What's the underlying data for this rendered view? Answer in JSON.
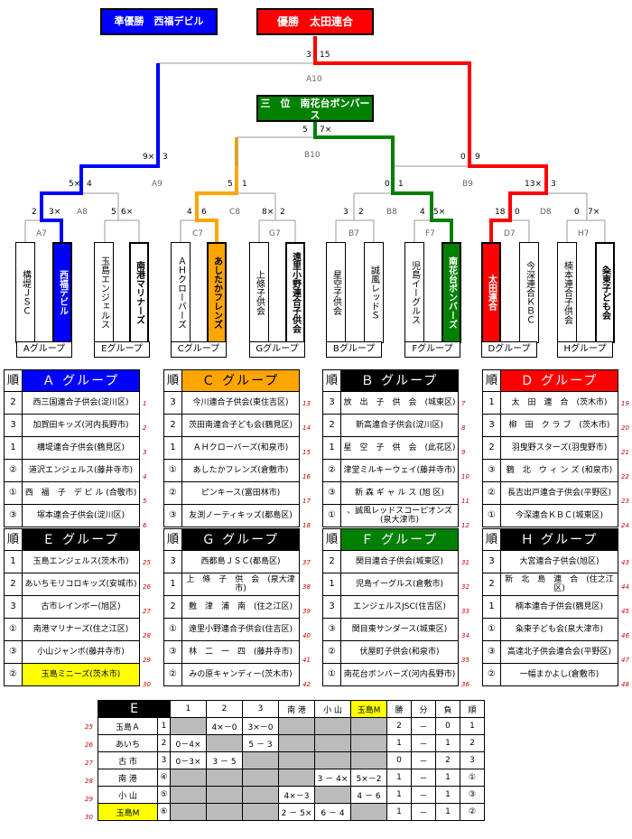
{
  "top": {
    "runner_up": "準優勝　西福デビル",
    "champion": "優勝　太田連合",
    "third": "三　位　南花台ボンバース",
    "colors": {
      "blue": "#0000ff",
      "red": "#ff0000",
      "green": "#008000",
      "orange": "#ffa500",
      "darkgreen": "#006400"
    }
  },
  "bracket": {
    "scores": [
      "3",
      "15",
      "5",
      "7×",
      "9×",
      "3",
      "0",
      "9",
      "5×",
      "4",
      "5",
      "1",
      "0",
      "1",
      "13×",
      "3",
      "2",
      "3×",
      "5",
      "6×",
      "4",
      "6",
      "8×",
      "2",
      "3",
      "2",
      "4",
      "5×",
      "18",
      "0",
      "0",
      "7×"
    ],
    "matches": [
      "A10",
      "B10",
      "A9",
      "B9",
      "A7",
      "A8",
      "C7",
      "C8",
      "G7",
      "B7",
      "B8",
      "F7",
      "D7",
      "D8",
      "H7"
    ]
  },
  "teams": [
    "構堤ＪＳＣ",
    "西福デビル",
    "玉島エンジェルス",
    "南港マリナーズ",
    "ＡＨクローバーズ",
    "あしたかフレンズ",
    "上條子供会",
    "遠里小野連合子供会",
    "星空子供会",
    "誠風レッドＳ",
    "児島イーグルス",
    "南花台ボンバーズ",
    "太田連合",
    "今深連合ＫＢＣ",
    "楠本連合子供会",
    "粂東子ども会"
  ],
  "group_labels": [
    "Aグループ",
    "Eグループ",
    "Cグループ",
    "Gグループ",
    "Bグループ",
    "Fグループ",
    "Dグループ",
    "Hグループ"
  ],
  "groups": [
    {
      "hd": "順",
      "name": "Ａ グループ",
      "rows": [
        [
          "2",
          "西三国連合子供会(淀川区)"
        ],
        [
          "3",
          "加賀田キッズ(河内長野市)"
        ],
        [
          "1",
          "構堤連合子供会(鶴見区)"
        ],
        [
          "②",
          "道沢エンジェルス(藤井寺市)"
        ],
        [
          "①",
          "西　福　子　デ ビ ル (合敬市)"
        ],
        [
          "③",
          "塚本連合子供会(淀川区)"
        ]
      ],
      "nums": [
        "1",
        "2",
        "3",
        "4",
        "5",
        "6"
      ]
    },
    {
      "hd": "順",
      "name": "Ｃ グループ",
      "rows": [
        [
          "3",
          "今川連合子供会(東住吉区)"
        ],
        [
          "2",
          "茨田南連合子ども会(鶴見区)"
        ],
        [
          "1",
          "ＡＨクローバーズ(和泉市)"
        ],
        [
          "①",
          "あしたかフレンズ(倉敷市)"
        ],
        [
          "②",
          "ピンキース(富田林市)"
        ],
        [
          "③",
          "友渕ノーティキッズ(都島区)"
        ]
      ],
      "nums": [
        "13",
        "14",
        "15",
        "16",
        "17",
        "18"
      ]
    },
    {
      "hd": "順",
      "name": "Ｂ グループ",
      "rows": [
        [
          "3",
          "放　出　子　供　会　(城東区)"
        ],
        [
          "2",
          "新高連合子供会(淀川区)"
        ],
        [
          "1",
          "星　空　子　供　会　(此花区)"
        ],
        [
          "②",
          "津堂ミルキーウェイ(藤井寺市)"
        ],
        [
          "③",
          "新 森 ギ ャ ル ス (旭 区)"
        ],
        [
          "①",
          "、誠風レッドスコーピオンズ(泉大津市)"
        ]
      ],
      "nums": [
        "7",
        "8",
        "9",
        "10",
        "11",
        "12"
      ]
    },
    {
      "hd": "順",
      "name": "Ｄ グループ",
      "rows": [
        [
          "1",
          "太　田　連　合　(茨木市)"
        ],
        [
          "3",
          "柳　田　ク ラ ブ　(茨木市)"
        ],
        [
          "2",
          "羽曳野スターズ(羽曳野市)"
        ],
        [
          "③",
          "鶴　北　ウ ィ ン ズ (和泉市)"
        ],
        [
          "②",
          "長吉出戸連合子供会(平野区)"
        ],
        [
          "①",
          "今深連合ＫＢＣ(城東区)"
        ]
      ],
      "nums": [
        "19",
        "20",
        "21",
        "22",
        "23",
        "24"
      ]
    },
    {
      "hd": "順",
      "name": "Ｅ グループ",
      "rows": [
        [
          "1",
          "玉島エンジェルス(茨木市)"
        ],
        [
          "2",
          "あいちモリコロキッズ(安城市)"
        ],
        [
          "3",
          "古市レインボー(旭区)"
        ],
        [
          "①",
          "南港マリナーズ(住之江区)"
        ],
        [
          "③",
          "小山ジャンボ(藤井寺市)"
        ],
        [
          "②",
          "玉島ミニーズ(茨木市)"
        ]
      ],
      "nums": [
        "25",
        "26",
        "27",
        "28",
        "29",
        "30"
      ]
    },
    {
      "hd": "順",
      "name": "Ｇ グループ",
      "rows": [
        [
          "3",
          "西都島ＪＳＣ(都島区)"
        ],
        [
          "1",
          "上　條　子　供　会　(泉大津市)"
        ],
        [
          "2",
          "敷　津　浦　南　(住之江区)"
        ],
        [
          "①",
          "遠里小野連合子供会(住吉区)"
        ],
        [
          "③",
          "林　二　一　四　(藤井寺市)"
        ],
        [
          "②",
          "みの原キャンディー(茨木市)"
        ]
      ],
      "nums": [
        "37",
        "38",
        "39",
        "40",
        "41",
        "42"
      ]
    },
    {
      "hd": "順",
      "name": "Ｆ グループ",
      "rows": [
        [
          "2",
          "関目連合子供会(城東区)"
        ],
        [
          "1",
          "児島イーグルス(倉敷市)"
        ],
        [
          "3",
          "エンジェルスJSC(住吉区)"
        ],
        [
          "③",
          "関目東サンダース(城東区)"
        ],
        [
          "②",
          "伏屋町子供会(和泉市)"
        ],
        [
          "①",
          "南花台ボンバーズ(河内長野市)"
        ]
      ],
      "nums": [
        "31",
        "32",
        "33",
        "34",
        "35",
        "36"
      ]
    },
    {
      "hd": "順",
      "name": "Ｈ グループ",
      "rows": [
        [
          "3",
          "大宮連合子供会(旭区)"
        ],
        [
          "2",
          "新　北　島　連　合　(住之江区)"
        ],
        [
          "1",
          "楠本連合子供会(鶴見区)"
        ],
        [
          "①",
          "粂東子ども会(泉大津市)"
        ],
        [
          "③",
          "高達北子供会連合会(平野区)"
        ],
        [
          "②",
          "一幅まかよし(倉敷市)"
        ]
      ],
      "nums": [
        "43",
        "44",
        "45",
        "46",
        "47",
        "48"
      ]
    }
  ],
  "etable": {
    "title": "E",
    "headers": [
      "1",
      "2",
      "3",
      "南 港",
      "小 山",
      "玉島M",
      "勝",
      "分",
      "負",
      "順"
    ],
    "rows": [
      {
        "no": "25",
        "name": "玉島Ａ",
        "idx": "1",
        "cells": [
          "",
          "4×－0",
          "3×－0",
          "",
          "",
          "",
          "2",
          "－",
          "0",
          "1"
        ]
      },
      {
        "no": "26",
        "name": "あいち",
        "idx": "2",
        "cells": [
          "0－4×",
          "",
          "5 － 3",
          "",
          "",
          "",
          "1",
          "－",
          "1",
          "2"
        ]
      },
      {
        "no": "27",
        "name": "古 市",
        "idx": "3",
        "cells": [
          "0－3×",
          "3 － 5",
          "",
          "",
          "",
          "",
          "0",
          "－",
          "2",
          "3"
        ]
      },
      {
        "no": "28",
        "name": "南 港",
        "idx": "④",
        "cells": [
          "",
          "",
          "",
          "",
          "3 － 4×",
          "5×－2",
          "1",
          "－",
          "1",
          "①"
        ]
      },
      {
        "no": "29",
        "name": "小 山",
        "idx": "⑤",
        "cells": [
          "",
          "",
          "",
          "4×－3",
          "",
          "4 － 6",
          "1",
          "－",
          "1",
          "③"
        ]
      },
      {
        "no": "30",
        "name": "玉島M",
        "idx": "⑥",
        "cells": [
          "",
          "",
          "",
          "2 － 5×",
          "6 － 4",
          "",
          "1",
          "－",
          "1",
          "②"
        ]
      }
    ]
  }
}
